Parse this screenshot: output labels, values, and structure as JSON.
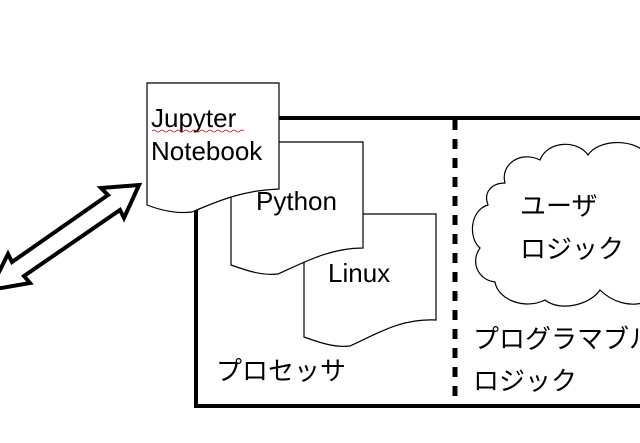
{
  "diagram": {
    "notebook": {
      "line1": "Jupyter",
      "line2": "Notebook"
    },
    "python": {
      "label": "Python"
    },
    "linux": {
      "label": "Linux"
    },
    "processor": {
      "label": "プロセッサ"
    },
    "user_logic": {
      "line1": "ユーザ",
      "line2": "ロジック"
    },
    "programmable_logic": {
      "line1": "プログラマブル",
      "line2": "ロジック"
    },
    "arrow": {
      "type": "bidirectional",
      "meaning": "connection between notebook and external client"
    },
    "colors": {
      "stroke": "#000000",
      "fill": "#ffffff",
      "spellcheck": "#cc0000"
    }
  }
}
